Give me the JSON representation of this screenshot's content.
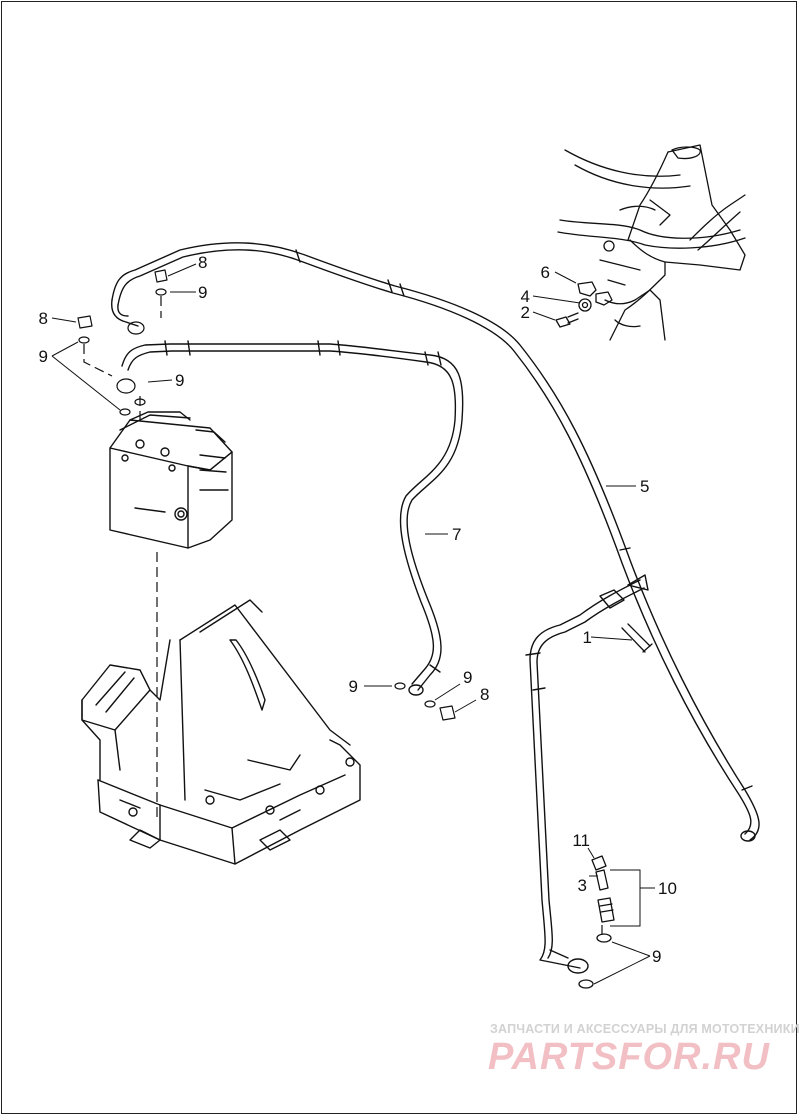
{
  "callouts": {
    "c1": "1",
    "c2": "2",
    "c3": "3",
    "c4": "4",
    "c5": "5",
    "c6": "6",
    "c7": "7",
    "c8a": "8",
    "c8b": "8",
    "c8c": "8",
    "c9a": "9",
    "c9b": "9",
    "c9c": "9",
    "c9d": "9",
    "c9e": "9",
    "c9f": "9",
    "c10": "10",
    "c11": "11"
  },
  "watermark": {
    "tagline": "ЗАПЧАСТИ И АКСЕССУАРЫ ДЛЯ МОТОТЕХНИКИ",
    "logo": "PARTSFOR.RU"
  }
}
